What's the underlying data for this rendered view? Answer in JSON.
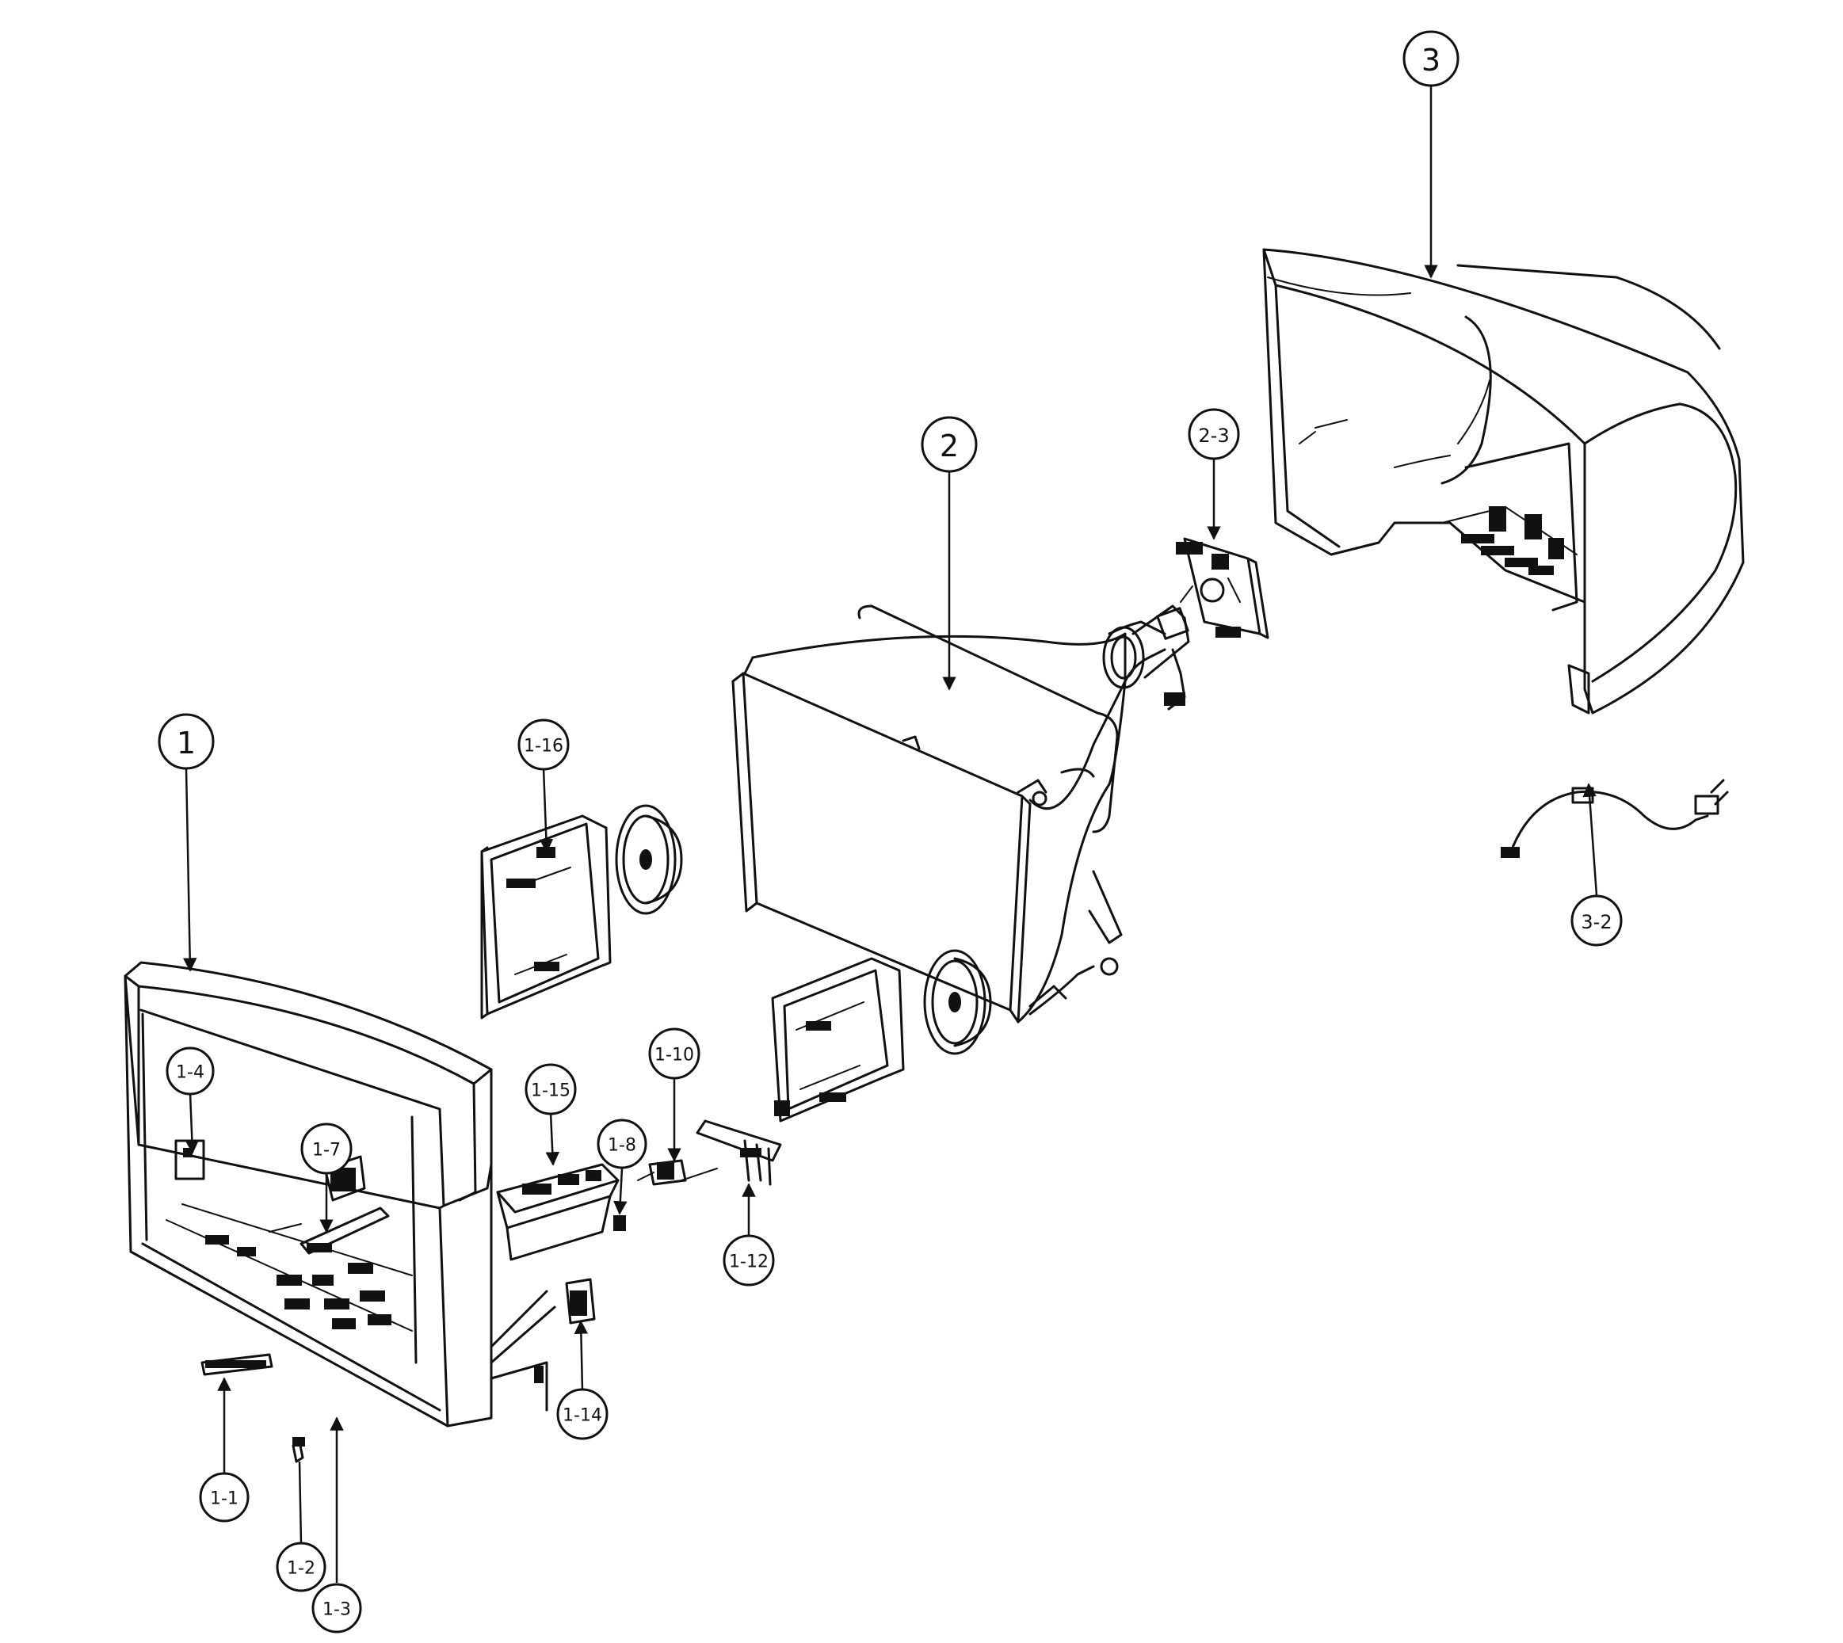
{
  "callouts": {
    "c1": "1",
    "c2": "2",
    "c3": "3",
    "c1_1": "1-1",
    "c1_2": "1-2",
    "c1_3": "1-3",
    "c1_4": "1-4",
    "c1_7": "1-7",
    "c1_8": "1-8",
    "c1_10": "1-10",
    "c1_12": "1-12",
    "c1_14": "1-14",
    "c1_15": "1-15",
    "c1_16": "1-16",
    "c2_3": "2-3",
    "c3_2": "3-2"
  },
  "colors": {
    "ink": "#111111",
    "paper": "#ffffff"
  }
}
